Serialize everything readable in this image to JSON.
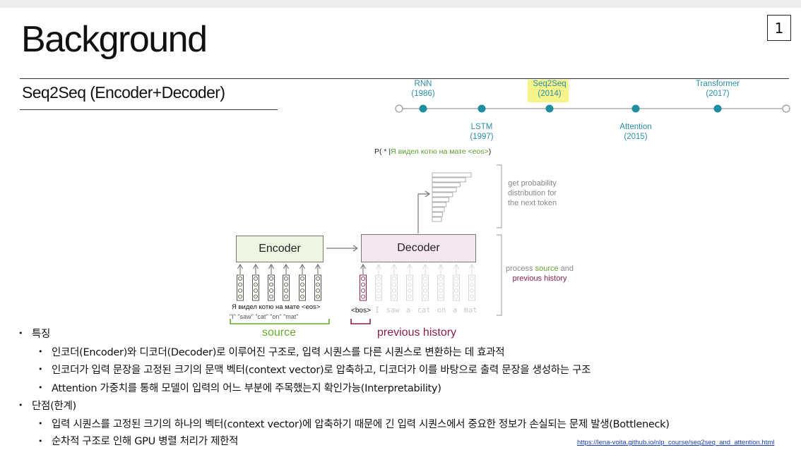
{
  "slide": {
    "page_number": "1",
    "title": "Background",
    "subtitle": "Seq2Seq (Encoder+Decoder)"
  },
  "timeline": {
    "events": [
      {
        "name": "RNN",
        "year": "(1986)",
        "position": "above",
        "highlight": false
      },
      {
        "name": "LSTM",
        "year": "(1997)",
        "position": "below",
        "highlight": false
      },
      {
        "name": "Seq2Seq",
        "year": "(2014)",
        "position": "above",
        "highlight": true
      },
      {
        "name": "Attention",
        "year": "(2015)",
        "position": "below",
        "highlight": false
      },
      {
        "name": "Transformer",
        "year": "(2017)",
        "position": "above",
        "highlight": false
      }
    ],
    "colors": {
      "line": "#9a9a9a",
      "dot": "#1f8fa0",
      "label": "#2a8fa8",
      "highlight": "#f4f48a"
    }
  },
  "diagram": {
    "prob_prefix": "P( * |",
    "prob_context": "Я видел котю на мате <eos>",
    "prob_suffix": ")",
    "prob_bars": [
      0.42,
      0.36,
      0.3,
      0.26,
      0.22,
      0.18,
      0.15,
      0.13,
      0.11,
      0.1
    ],
    "note_top_lines": [
      "get probability",
      "distribution for",
      "the next token"
    ],
    "note_bottom_line1_pre": "process ",
    "note_bottom_line1_src": "source",
    "note_bottom_line1_post": " and",
    "note_bottom_line2": "previous history",
    "encoder_label": "Encoder",
    "decoder_label": "Decoder",
    "source_tokens": "Я видел котю на мате <eos>",
    "source_translation": "\"I\" \"saw\" \"cat\" \"on\" \"mat\"",
    "bos_token": "<bos>",
    "history_tokens": "I saw a cat on a mat",
    "source_label": "source",
    "history_label": "previous history",
    "colors": {
      "encoder_fill": "#eef6e2",
      "decoder_fill": "#f5e6f0",
      "source": "#6aa632",
      "history": "#8a1f4f"
    }
  },
  "bullets": [
    {
      "level": 1,
      "text": "특징"
    },
    {
      "level": 2,
      "text": "인코더(Encoder)와 디코더(Decoder)로 이루어진 구조로, 입력 시퀀스를 다른 시퀀스로 변환하는 데 효과적"
    },
    {
      "level": 2,
      "text": "인코더가 입력 문장을 고정된 크기의 문맥 벡터(context vector)로 압축하고, 디코더가 이를 바탕으로 출력 문장을 생성하는 구조"
    },
    {
      "level": 2,
      "text": "Attention 가중치를 통해 모델이 입력의 어느 부분에 주목했는지 확인가능(Interpretability)"
    },
    {
      "level": 1,
      "text": "단점(한계)"
    },
    {
      "level": 2,
      "text": "입력 시퀀스를 고정된 크기의 하나의 벡터(context vector)에 압축하기 때문에 긴 입력 시퀀스에서 중요한 정보가 손실되는 문제 발생(Bottleneck)"
    },
    {
      "level": 2,
      "text": "순차적 구조로 인해 GPU 병렬 처리가 제한적"
    }
  ],
  "source_link": "https://lena-voita.github.io/nlp_course/seq2seq_and_attention.html"
}
